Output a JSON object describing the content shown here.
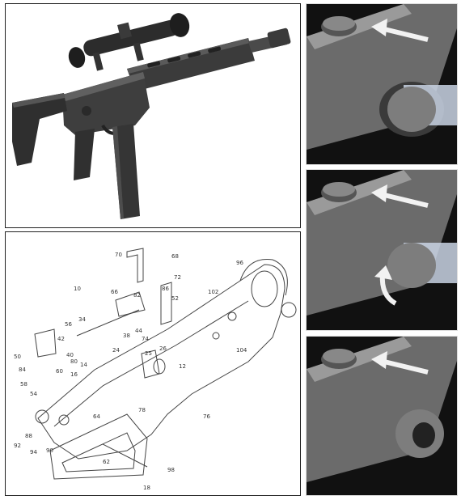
{
  "panels": {
    "patent": {
      "ref_labels": [
        "70",
        "68",
        "72",
        "96",
        "10",
        "66",
        "82",
        "86",
        "52",
        "102",
        "34",
        "44",
        "56",
        "38",
        "74",
        "42",
        "40",
        "80",
        "24",
        "25",
        "26",
        "50",
        "84",
        "60",
        "14",
        "16",
        "12",
        "104",
        "58",
        "54",
        "78",
        "92",
        "88",
        "64",
        "76",
        "94",
        "90",
        "62",
        "98",
        "18"
      ]
    }
  },
  "colors": {
    "background": "#ffffff",
    "panel_border": "#222222",
    "photo_dark": "#111111",
    "arrow": "#f2f2f2",
    "metal": "#7a7a7a"
  }
}
